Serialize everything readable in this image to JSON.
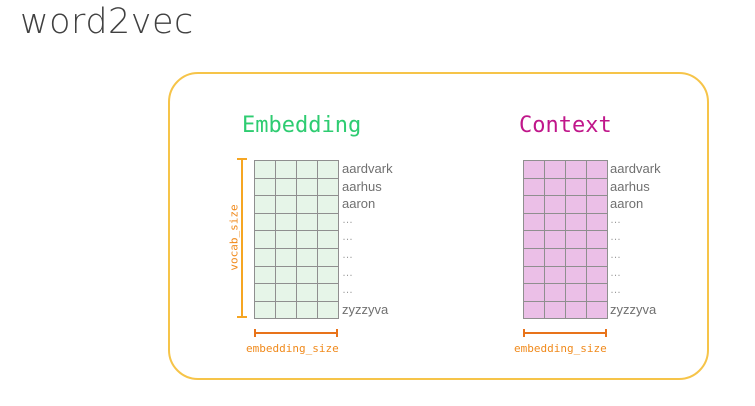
{
  "slide": {
    "title": "word2vec"
  },
  "colors": {
    "frame": "#f6c449",
    "embedding_title": "#2ecc71",
    "context_title": "#c0168a",
    "embedding_fill": "#e6f5e8",
    "context_fill": "#ebbfe7",
    "axis": "#f08a1c"
  },
  "embedding": {
    "title": "Embedding",
    "vocab_axis_label": "vocab_size",
    "dim_axis_label": "embedding_size",
    "rows": [
      "aardvark",
      "aarhus",
      "aaron",
      "...",
      "...",
      "...",
      "...",
      "...",
      "zyzzyva"
    ]
  },
  "context": {
    "title": "Context",
    "dim_axis_label": "embedding_size",
    "rows": [
      "aardvark",
      "aarhus",
      "aaron",
      "...",
      "...",
      "...",
      "...",
      "...",
      "zyzzyva"
    ]
  }
}
